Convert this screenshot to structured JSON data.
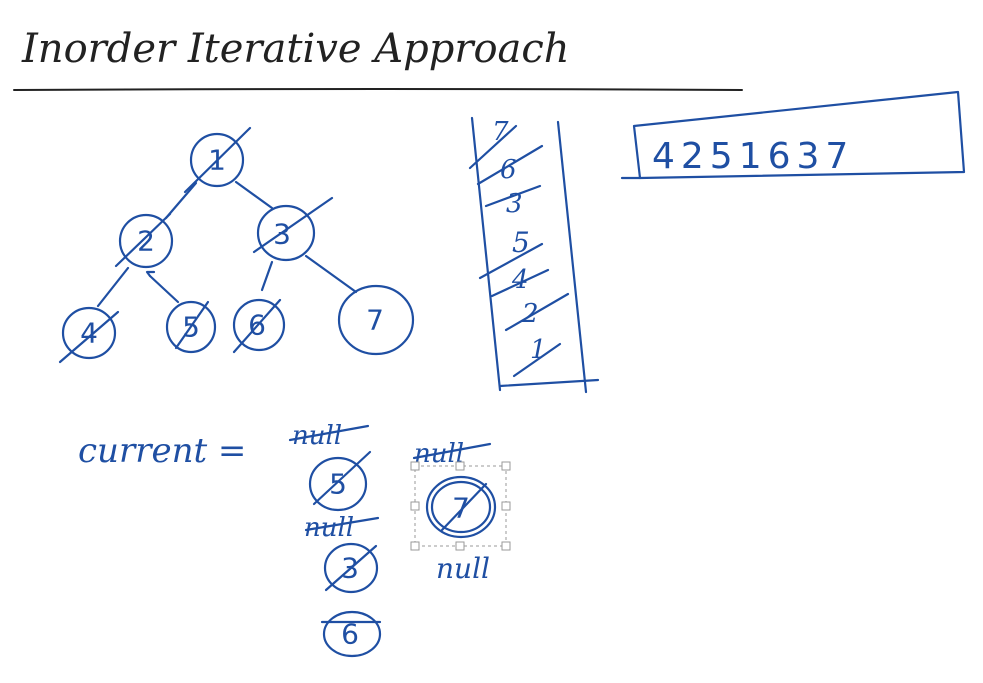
{
  "title": "Inorder Iterative Approach",
  "tree": {
    "nodes": [
      "1",
      "2",
      "3",
      "4",
      "5",
      "6",
      "7"
    ]
  },
  "stack": {
    "items": [
      "7",
      "6",
      "3",
      "5",
      "4",
      "2",
      "1"
    ]
  },
  "output": {
    "sequence": "4251637"
  },
  "current": {
    "label": "current =",
    "trace": [
      "null",
      "5",
      "null",
      "3",
      "6",
      "null",
      "7",
      "null"
    ]
  },
  "colors": {
    "ink_blue": "#1f4fa3",
    "ink_black": "#222222",
    "background": "#ffffff"
  }
}
